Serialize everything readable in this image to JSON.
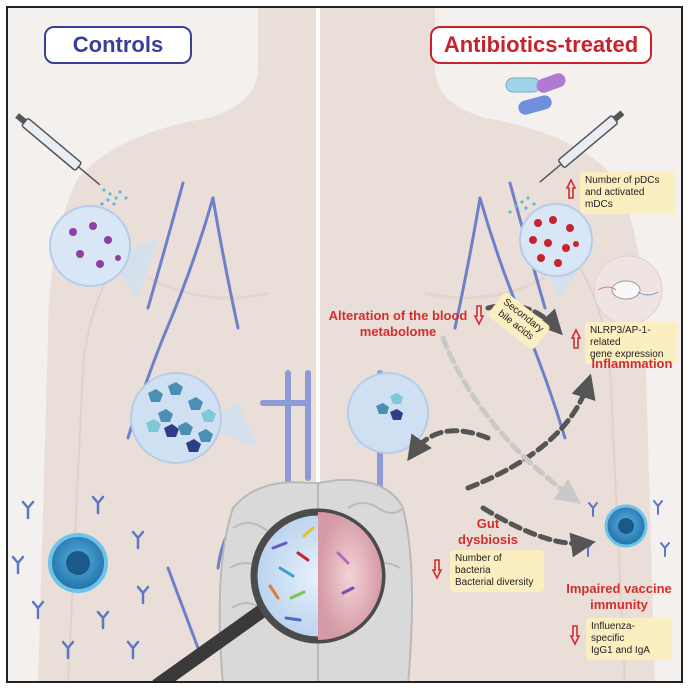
{
  "panels": {
    "left_title": "Controls",
    "right_title": "Antibiotics-treated"
  },
  "annotations": {
    "pdc_note": "Number of pDCs\nand activated mDCs",
    "blood_metabolome": "Alteration of the blood\nmetabolome",
    "bile_acids": "Secondary\nbile acids",
    "nlrp3_note": "NLRP3/AP-1-related\ngene expression",
    "inflammation": "Inflammation",
    "gut_dysbiosis": "Gut\ndysbiosis",
    "bacteria_note": "Number of bacteria\nBacterial diversity",
    "impaired_immunity": "Impaired vaccine\nimmunity",
    "igg_note": "Influenza-specific\nIgG1 and IgA"
  },
  "colors": {
    "controls_blue": "#3b3f9a",
    "treated_red": "#c8232c",
    "accent_red": "#d22e2e",
    "note_fill": "#fbeec0",
    "vein_blue": "#6f7fc9",
    "skin": "#eadfd8"
  },
  "icons": [
    "syringe-icon",
    "pill-icon",
    "magnifier-icon",
    "immune-cell-icon",
    "antibody-icon",
    "up-arrow-icon",
    "down-arrow-icon"
  ]
}
